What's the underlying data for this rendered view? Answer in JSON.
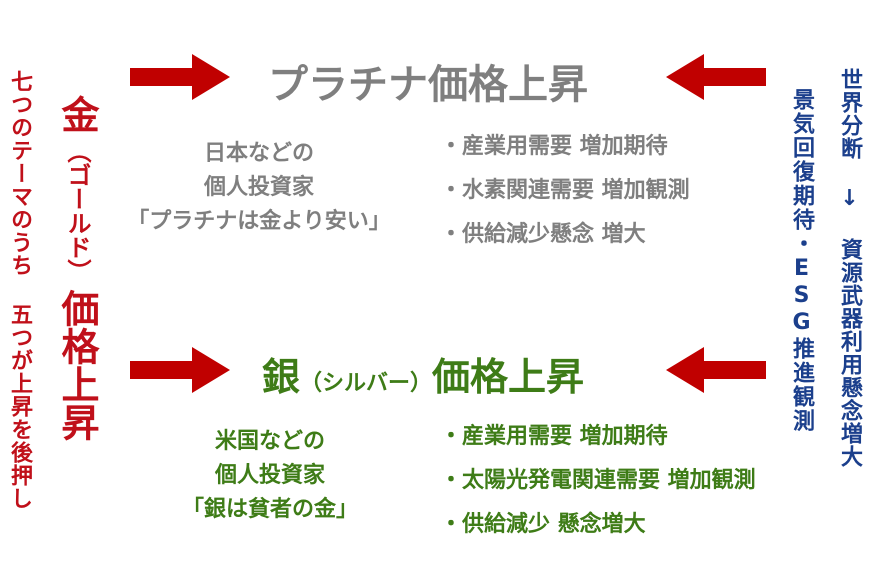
{
  "left_note": "七つのテーマのうち 五つが上昇を後押し",
  "gold": {
    "kanji": "金",
    "paren": "（ゴールド）",
    "rise": "価格上昇"
  },
  "right": {
    "line1": "世界分断 ↓ 資源武器利用懸念増大",
    "line2": "景気回復期待・ESG推進観測"
  },
  "platinum": {
    "title": "プラチナ価格上昇",
    "quote": [
      "日本などの",
      "個人投資家",
      "「プラチナは金より安い」"
    ],
    "bullets": [
      "・産業用需要 増加期待",
      "・水素関連需要 増加観測",
      "・供給減少懸念 増大"
    ]
  },
  "silver": {
    "title_main": "銀",
    "title_paren": "（シルバー）",
    "title_rise": "価格上昇",
    "quote": [
      "米国などの",
      "個人投資家",
      "「銀は貧者の金」"
    ],
    "bullets": [
      "・産業用需要 増加期待",
      "・太陽光発電関連需要 増加観測",
      "・供給減少 懸念増大"
    ]
  },
  "colors": {
    "red": "#c00000",
    "gray": "#7f7f7f",
    "green": "#3e7c17",
    "navy": "#1b3f8c"
  }
}
